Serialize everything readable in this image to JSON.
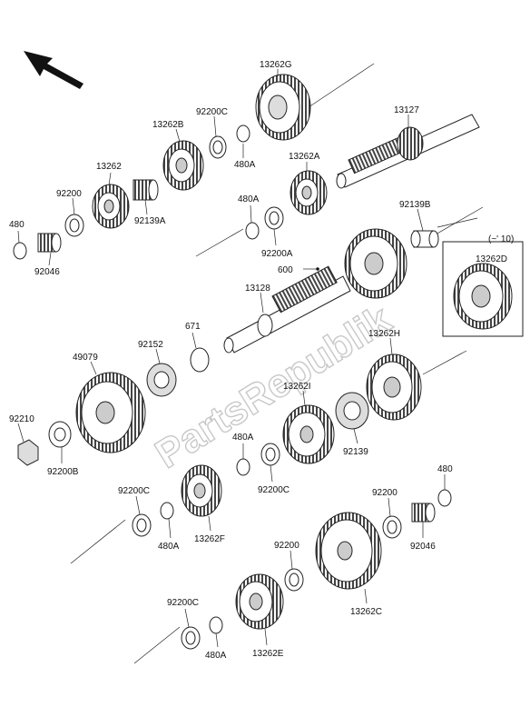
{
  "watermark": "PartsRepublik",
  "callouts": [
    {
      "id": "13262G",
      "text": "13262G"
    },
    {
      "id": "13127",
      "text": "13127"
    },
    {
      "id": "92200C_top",
      "text": "92200C"
    },
    {
      "id": "13262B",
      "text": "13262B"
    },
    {
      "id": "480A_top",
      "text": "480A"
    },
    {
      "id": "13262",
      "text": "13262"
    },
    {
      "id": "13262A",
      "text": "13262A"
    },
    {
      "id": "92200_top",
      "text": "92200"
    },
    {
      "id": "92139A",
      "text": "92139A"
    },
    {
      "id": "480A_mid",
      "text": "480A"
    },
    {
      "id": "92139B",
      "text": "92139B"
    },
    {
      "id": "480_left",
      "text": "480"
    },
    {
      "id": "92046_left",
      "text": "92046"
    },
    {
      "id": "92200A",
      "text": "92200A"
    },
    {
      "id": "range",
      "text": "(~' 10)"
    },
    {
      "id": "13262D",
      "text": "13262D"
    },
    {
      "id": "600",
      "text": "600"
    },
    {
      "id": "13128",
      "text": "13128"
    },
    {
      "id": "671",
      "text": "671"
    },
    {
      "id": "92152",
      "text": "92152"
    },
    {
      "id": "13262H",
      "text": "13262H"
    },
    {
      "id": "49079",
      "text": "49079"
    },
    {
      "id": "13262I",
      "text": "13262I"
    },
    {
      "id": "92210",
      "text": "92210"
    },
    {
      "id": "92200B",
      "text": "92200B"
    },
    {
      "id": "92139",
      "text": "92139"
    },
    {
      "id": "480A_low",
      "text": "480A"
    },
    {
      "id": "92200C_mid",
      "text": "92200C"
    },
    {
      "id": "92200C_left",
      "text": "92200C"
    },
    {
      "id": "480_right",
      "text": "480"
    },
    {
      "id": "92200_right",
      "text": "92200"
    },
    {
      "id": "480A_left",
      "text": "480A"
    },
    {
      "id": "13262F",
      "text": "13262F"
    },
    {
      "id": "92046_right",
      "text": "92046"
    },
    {
      "id": "92200_low",
      "text": "92200"
    },
    {
      "id": "13262C",
      "text": "13262C"
    },
    {
      "id": "92200C_bottom",
      "text": "92200C"
    },
    {
      "id": "480A_bottom",
      "text": "480A"
    },
    {
      "id": "13262E",
      "text": "13262E"
    }
  ],
  "icons": {
    "direction_arrow": "arrow-icon"
  }
}
